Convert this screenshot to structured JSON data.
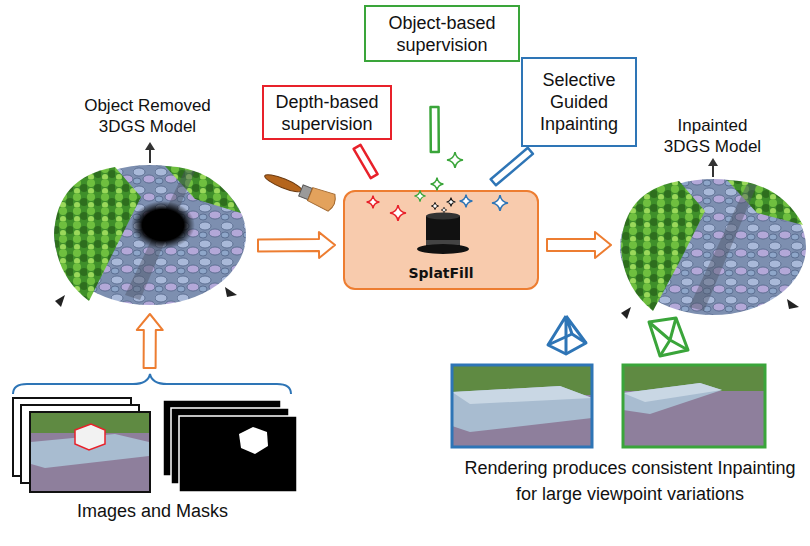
{
  "diagram": {
    "nodes": [
      {
        "text": [
          "Object-based supervision"
        ]
      },
      {
        "text": [
          "Depth-based supervision"
        ]
      },
      {
        "text": [
          "Selective Guided Inpainting"
        ]
      },
      {
        "text": [
          "Object Removed 3DGS Model"
        ]
      },
      {
        "text": [
          "SplatFill"
        ]
      },
      {
        "text": [
          "Inpainted 3DGS Model"
        ]
      },
      {
        "text": [
          "Images and Masks"
        ]
      }
    ],
    "edges": [
      {
        "from": 1,
        "to": 4,
        "arrow": "none"
      },
      {
        "from": 0,
        "to": 4,
        "arrow": "none"
      },
      {
        "from": 2,
        "to": 4,
        "arrow": "none"
      },
      {
        "from": 6,
        "to": 3,
        "arrow": "to"
      },
      {
        "from": 3,
        "to": 4,
        "arrow": "to"
      },
      {
        "from": 4,
        "to": 5,
        "arrow": "to"
      }
    ],
    "labels": [
      "Rendering produces consistent Inpainting for large viewpoint variations"
    ]
  }
}
